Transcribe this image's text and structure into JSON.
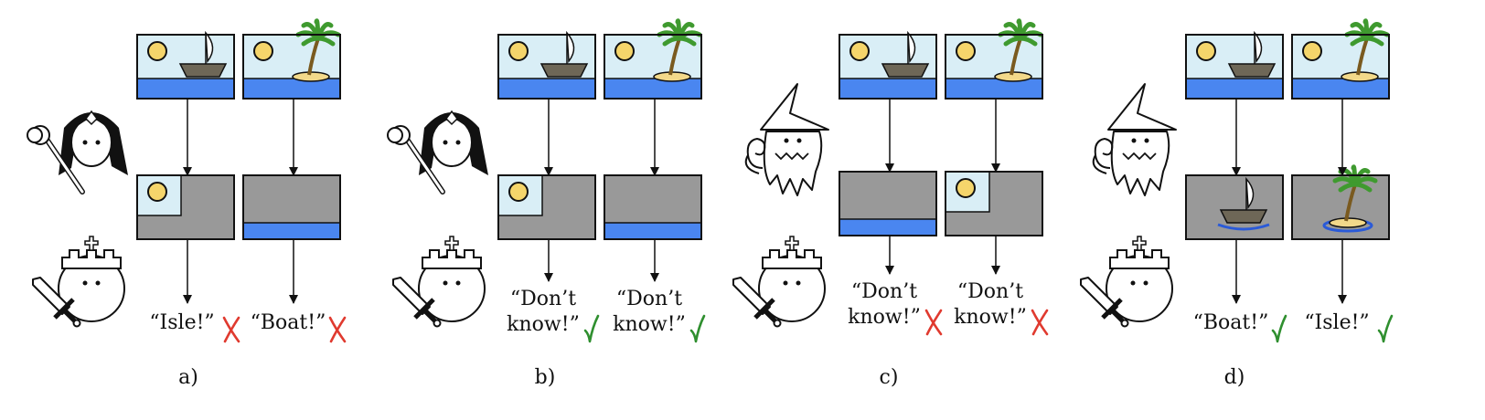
{
  "panels": [
    {
      "caption": "a)",
      "prover": "princess",
      "left": {
        "masked": "sun-only",
        "answer": [
          "“Isle!”"
        ],
        "mark": "cross"
      },
      "right": {
        "masked": "sea-only",
        "answer": [
          "“Boat!”"
        ],
        "mark": "cross"
      }
    },
    {
      "caption": "b)",
      "prover": "princess",
      "left": {
        "masked": "sun-only",
        "answer": [
          "“Don’t",
          "know!”"
        ],
        "mark": "check"
      },
      "right": {
        "masked": "sea-only",
        "answer": [
          "“Don’t",
          "know!”"
        ],
        "mark": "check"
      }
    },
    {
      "caption": "c)",
      "prover": "wizard",
      "left": {
        "masked": "sea-only",
        "answer": [
          "“Don’t",
          "know!”"
        ],
        "mark": "cross"
      },
      "right": {
        "masked": "sun-only",
        "answer": [
          "“Don’t",
          "know!”"
        ],
        "mark": "cross"
      }
    },
    {
      "caption": "d)",
      "prover": "wizard",
      "left": {
        "masked": "boat-only",
        "answer": [
          "“Boat!”"
        ],
        "mark": "check"
      },
      "right": {
        "masked": "isle-only",
        "answer": [
          "“Isle!”"
        ],
        "mark": "check"
      }
    }
  ],
  "colors": {
    "sky": "#d9eef6",
    "sea": "#4a86f0",
    "sun": "#f5d56b",
    "mask": "#999999",
    "boat": "#6e6757",
    "sand": "#f3d98a",
    "palm": "#3f9a2f",
    "trunk": "#7a5a1f",
    "cross": "#e03a2f",
    "check": "#2f8f2f"
  },
  "icons": {
    "princess": "princess-icon",
    "wizard": "wizard-icon",
    "king": "king-icon",
    "cross": "cross-mark-icon",
    "check": "check-mark-icon"
  }
}
